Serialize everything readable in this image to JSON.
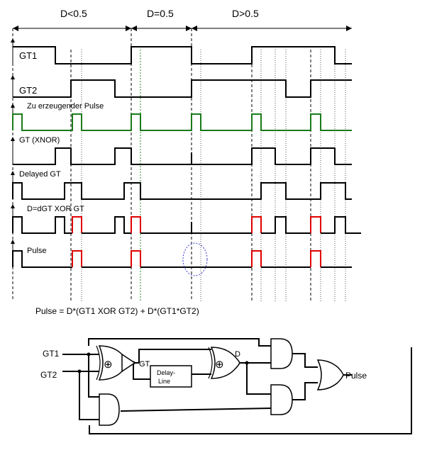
{
  "regions": {
    "left": "D<0.5",
    "middle": "D=0.5",
    "right": "D>0.5"
  },
  "signals": {
    "gt1": "GT1",
    "gt2": "GT2",
    "target_pulse": "Zu erzeugender Pulse",
    "xnor": "GT (XNOR)",
    "delayed": "Delayed GT",
    "d_xor": "D=dGT XOR GT",
    "pulse": "Pulse"
  },
  "equation": "Pulse = D*(GT1 XOR GT2) + D*(GT1*GT2)",
  "circuit": {
    "input_gt1": "GT1",
    "input_gt2": "GT2",
    "gt_node": "GT",
    "delay_line": [
      "Delay-",
      "Line"
    ],
    "d_node": "D",
    "output": "Pulse",
    "xor_symbol": "⊕"
  },
  "colors": {
    "ink": "#000000",
    "target_pulse": "#1a7a1a",
    "pulse_highlight": "#e00000",
    "marker_circle": "#3a3ad0"
  }
}
